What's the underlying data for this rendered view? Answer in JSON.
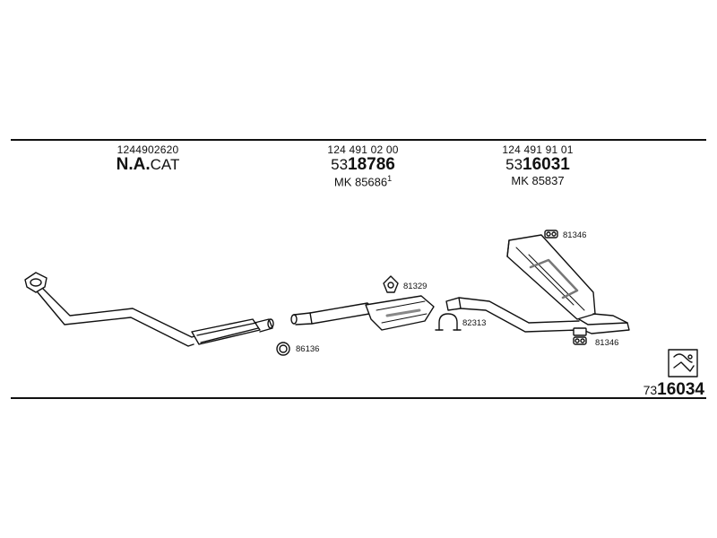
{
  "columns": [
    {
      "part_no": "1244902620",
      "line2_prefix": "N.A.",
      "line2_main": "CAT",
      "line3": ""
    },
    {
      "part_no": "124 491 02 00",
      "line2_prefix": "53",
      "line2_main": "18786",
      "line3": "MK  85686",
      "note": "1"
    },
    {
      "part_no": "124 491 91 01",
      "line2_prefix": "53",
      "line2_main": "16031",
      "line3": "MK  85837"
    }
  ],
  "labels": {
    "ring_gasket": "86136",
    "hanger_mid": "81329",
    "clamp": "82313",
    "hanger_top": "81346",
    "hanger_bottom": "81346"
  },
  "kit_code": {
    "prefix": "73",
    "main": "16034"
  },
  "icons": {
    "kit_box": "parts-kit-icon"
  }
}
